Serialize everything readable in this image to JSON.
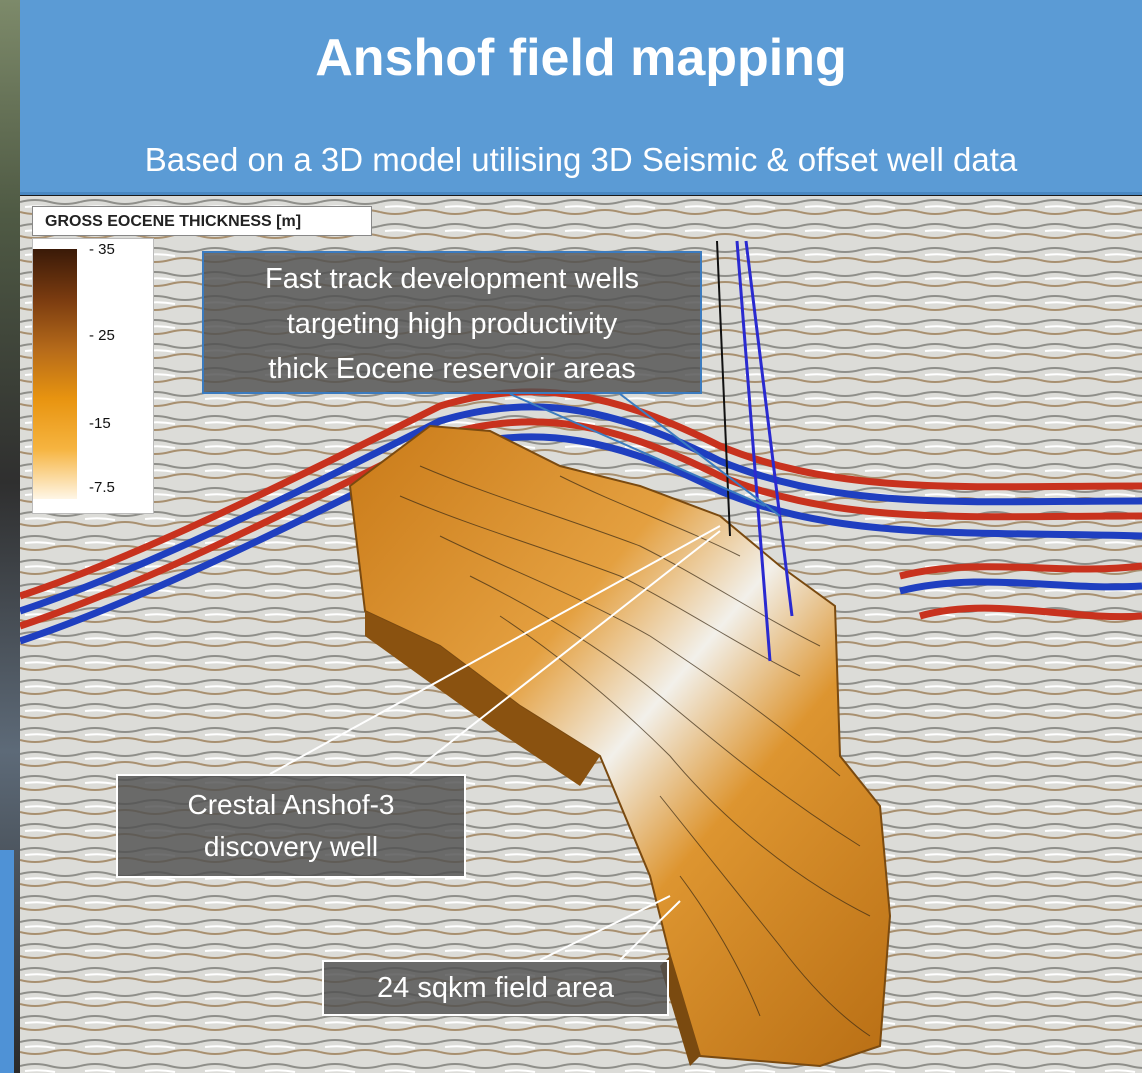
{
  "slide": {
    "title": "Anshof field mapping",
    "subtitle": "Based on a 3D model utilising 3D Seismic & offset well data"
  },
  "legend": {
    "title": "GROSS EOCENE THICKNESS [m]",
    "ticks": [
      "- 35",
      "- 25",
      "-15",
      "-7.5"
    ],
    "colors": {
      "max": "#3a1a08",
      "mid": "#e89410",
      "min": "#fff6e6"
    }
  },
  "callouts": {
    "dev_wells": [
      "Fast track development wells",
      "targeting high productivity",
      "thick Eocene reservoir areas"
    ],
    "discovery": [
      "Crestal  Anshof-3",
      "discovery well"
    ],
    "area": "24 sqkm field area"
  },
  "colors": {
    "header": "#5b9bd5",
    "seismic_red": "#c8321e",
    "seismic_blue": "#1f3fc0",
    "surface": "#d98a22",
    "well_blue": "#2a2ad0"
  }
}
